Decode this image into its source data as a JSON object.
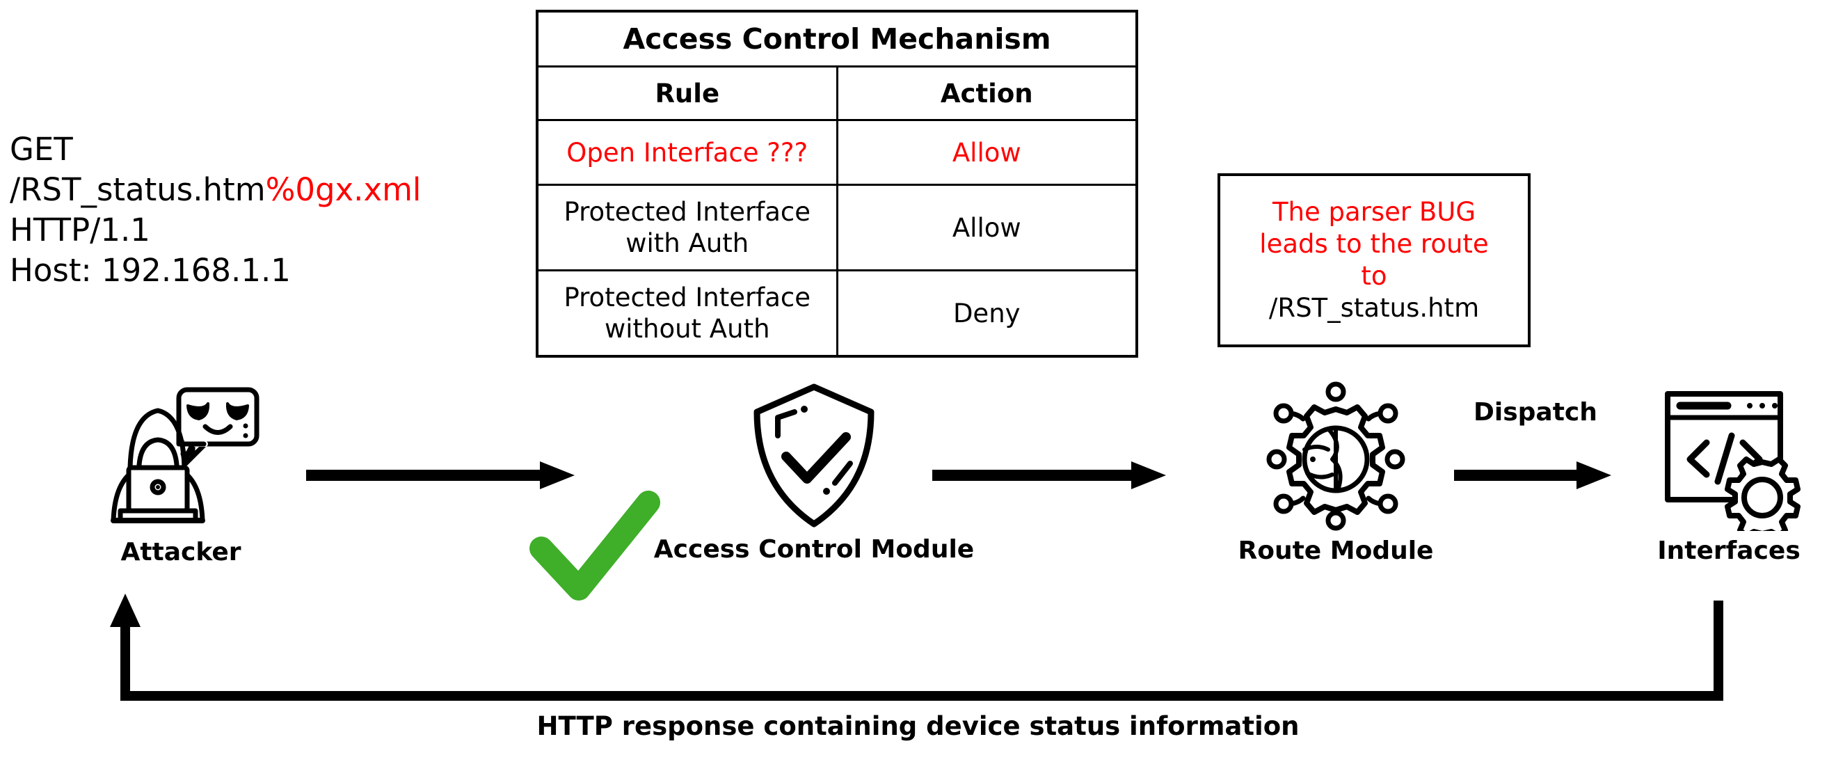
{
  "request": {
    "lines": [
      {
        "text": "GET",
        "highlight": ""
      },
      {
        "text": "/RST_status.htm",
        "highlight": "%0gx.xml"
      },
      {
        "text": "HTTP/1.1",
        "highlight": ""
      },
      {
        "text": "Host: 192.168.1.1",
        "highlight": ""
      }
    ],
    "line1": "GET",
    "line2_base": "/RST_status.htm",
    "line2_payload": "%0gx.xml",
    "line3": "HTTP/1.1",
    "line4": "Host: 192.168.1.1"
  },
  "acl_table": {
    "title": "Access Control Mechanism",
    "headers": {
      "rule": "Rule",
      "action": "Action"
    },
    "rows": [
      {
        "rule": "Open Interface ???",
        "action": "Allow",
        "color": "#ff0000"
      },
      {
        "rule": "Protected Interface with Auth",
        "action": "Allow",
        "color": "#000000"
      },
      {
        "rule": "Protected Interface without Auth",
        "action": "Deny",
        "color": "#000000"
      }
    ],
    "row0_rule": "Open Interface ???",
    "row0_action": "Allow",
    "row1_rule": "Protected Interface with Auth",
    "row1_action": "Allow",
    "row2_rule": "Protected Interface without Auth",
    "row2_action": "Deny"
  },
  "note": {
    "line1": "The parser BUG",
    "line2": "leads to the route",
    "line3": "to",
    "path": "/RST_status.htm",
    "text_color": "#ff0000",
    "path_color": "#000000"
  },
  "nodes": {
    "attacker": {
      "label": "Attacker",
      "icon": "attacker-hacker-icon"
    },
    "access_control_module": {
      "label": "Access Control Module",
      "icon": "shield-check-icon"
    },
    "route_module": {
      "label": "Route Module",
      "icon": "gear-network-icon"
    },
    "interfaces": {
      "label": "Interfaces",
      "icon": "browser-code-gear-icon"
    }
  },
  "edges": {
    "dispatch_label": "Dispatch",
    "return_caption": "HTTP response containing device status information"
  },
  "status": {
    "bypass_check": "allowed",
    "check_color": "#3FAE29"
  },
  "colors": {
    "accent_red": "#ff0000",
    "accent_green": "#3FAE29",
    "line": "#000000",
    "background": "#ffffff"
  }
}
